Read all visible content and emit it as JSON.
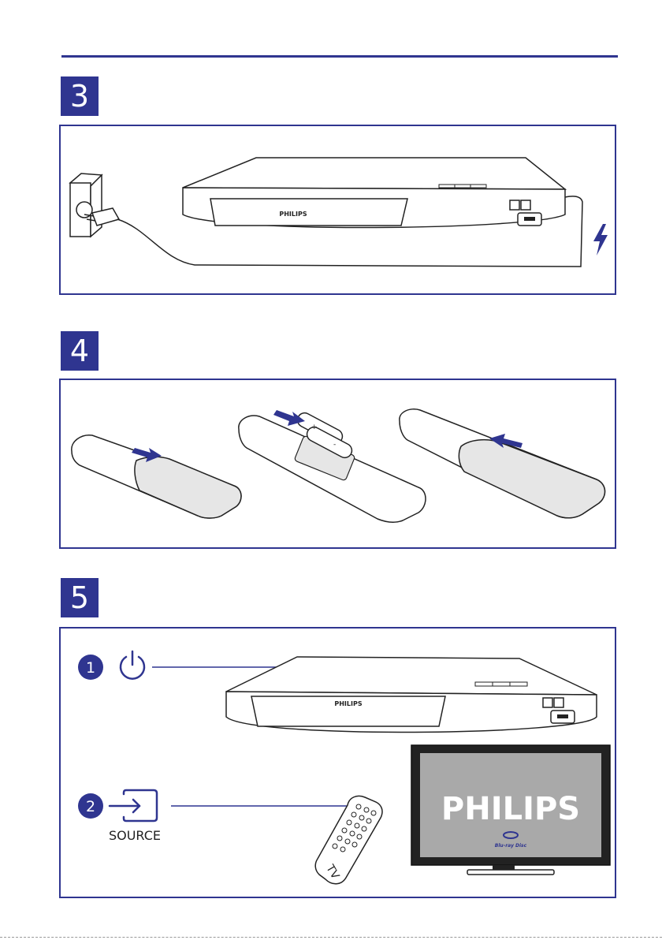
{
  "steps": [
    {
      "number": "3"
    },
    {
      "number": "4"
    },
    {
      "number": "5"
    }
  ],
  "brand": "PHILIPS",
  "step5": {
    "item1_number": "1",
    "item2_number": "2",
    "source_label": "SOURCE",
    "tv_brand": "PHILIPS",
    "tv_logo_text": "Blu-ray Disc",
    "remote_label": "TV"
  },
  "colors": {
    "accent": "#2f3590",
    "arrow": "#2f3590",
    "cover_grey": "#e6e6e6",
    "tv_screen": "#a9a9a9"
  },
  "icons": [
    "power-plug-icon",
    "power-icon",
    "source-icon",
    "lightning-icon",
    "arrow-icon",
    "blu-ray-logo-icon"
  ]
}
